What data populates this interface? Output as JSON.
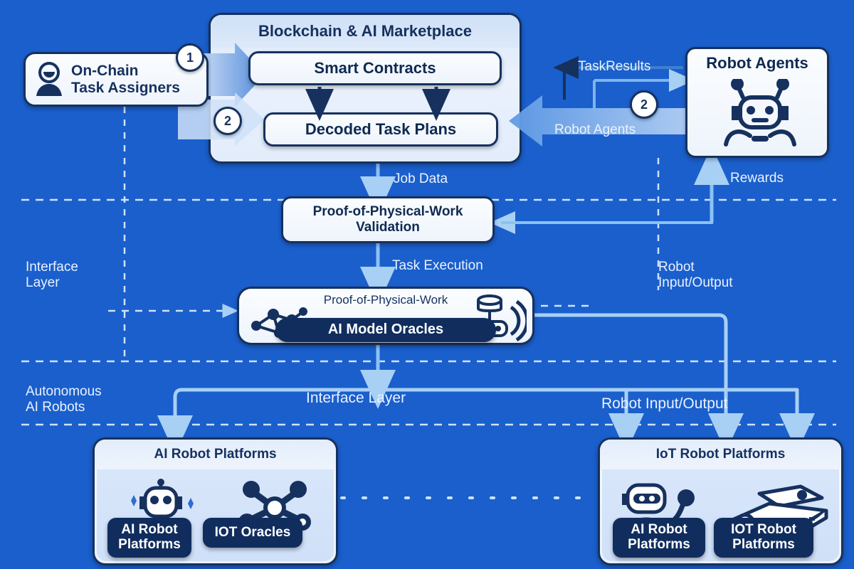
{
  "diagram": {
    "background_color": "#1a5fcc",
    "accent_dark": "#16315e",
    "accent_light": "#a8d0f5"
  },
  "marketplace": {
    "title": "Blockchain & AI Marketplace",
    "nodes": {
      "smart_contracts": "Smart Contracts",
      "decoded_task_plans": "Decoded Task Plans"
    }
  },
  "assigners": {
    "line1": "On-Chain",
    "line2": "Task Assigners",
    "icon": "user-avatar-icon"
  },
  "robot_agents": {
    "title": "Robot Agents",
    "icon": "robot-head-icon"
  },
  "validation": {
    "line1": "Proof-of-Physical-Work",
    "line2": "Validation"
  },
  "oracles": {
    "caption": "Proof-of-Physical-Work",
    "chip": "AI Model Oracles",
    "left_icon": "network-graph-icon",
    "right_icon": "router-wifi-icon"
  },
  "platforms": [
    {
      "title": "AI Robot Platforms",
      "icons": [
        "ai-robot-icon",
        "network-nodes-icon"
      ],
      "chips": [
        "AI Robot\nPlatforms",
        "IOT Oracles"
      ]
    },
    {
      "title": "IoT Robot Platforms",
      "icons": [
        "waving-robot-icon",
        "rover-vehicle-icon"
      ],
      "chips": [
        "AI Robot\nPlatforms",
        "IOT Robot\nPlatforms"
      ]
    }
  ],
  "edge_labels": {
    "task_results": "TaskResults",
    "robot_agents": "Robot Agents",
    "job_data": "Job Data",
    "task_execution": "Task Execution",
    "rewards": "Rewards",
    "interface_layer_center": "Interface Layer",
    "robot_io_bottom": "Robot Input/Output"
  },
  "zone_labels": {
    "interface_layer_left_1": "Interface",
    "interface_layer_left_2": "Layer",
    "autonomous_1": "Autonomous",
    "autonomous_2": "AI Robots",
    "robot_io_right_1": "Robot",
    "robot_io_right_2": "Input/Output"
  },
  "badges": {
    "one": "1",
    "two_left": "2",
    "two_right": "2"
  }
}
